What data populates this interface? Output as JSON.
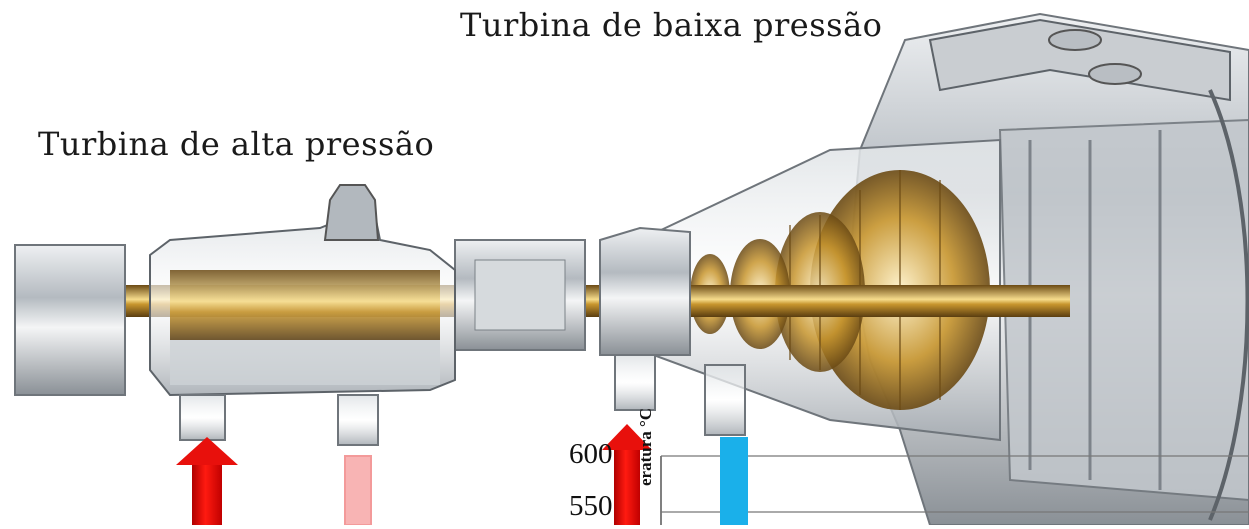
{
  "labels": {
    "low_pressure_turbine": "Turbina de baixa pressão",
    "high_pressure_turbine": "Turbina de alta pressão"
  },
  "axis": {
    "title": "eratura °C",
    "ticks": [
      "600",
      "550"
    ]
  },
  "colors": {
    "steam_in": "#e8100c",
    "steam_out_hp": "#f8b4b4",
    "steam_out_lp": "#1ab0ea",
    "gold": "#c89a3c",
    "metal": "#9aa2aa"
  },
  "arrows": [
    {
      "name": "hp-inlet-arrow",
      "color": "steam_in"
    },
    {
      "name": "hp-outlet-bar",
      "color": "steam_out_hp"
    },
    {
      "name": "lp-inlet-arrow",
      "color": "steam_in"
    },
    {
      "name": "lp-outlet-bar",
      "color": "steam_out_lp"
    }
  ]
}
